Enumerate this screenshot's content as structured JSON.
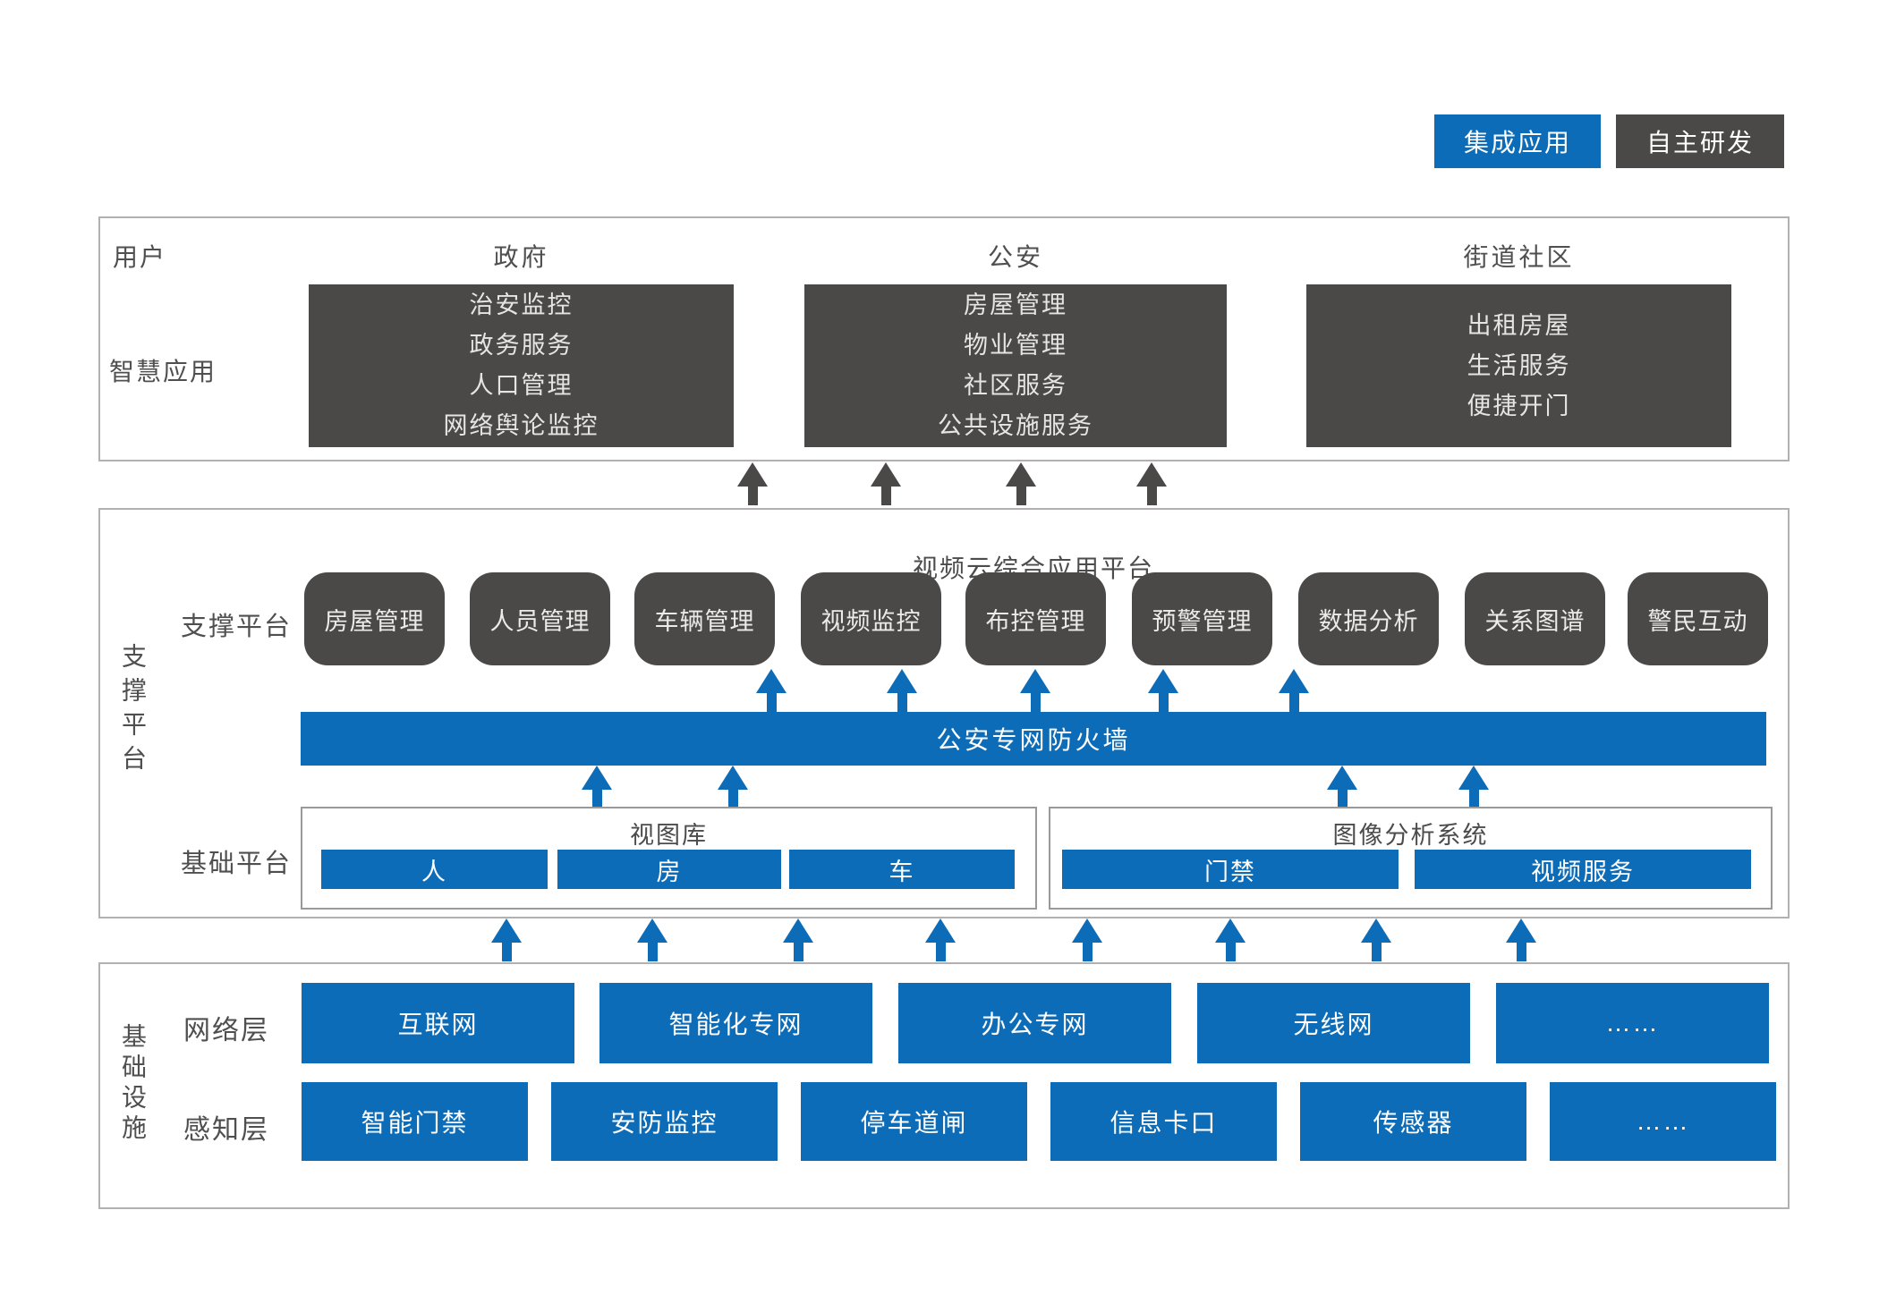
{
  "legend": {
    "integrated_app": "集成应用",
    "self_developed": "自主研发"
  },
  "colors": {
    "blue": "#0d6cb8",
    "dark_gray": "#4b4848"
  },
  "top_section": {
    "row_label_user": "用户",
    "row_label_smart_app": "智慧应用",
    "columns": [
      {
        "header": "政府",
        "items": [
          "治安监控",
          "政务服务",
          "人口管理",
          "网络舆论监控"
        ]
      },
      {
        "header": "公安",
        "items": [
          "房屋管理",
          "物业管理",
          "社区服务",
          "公共设施服务"
        ]
      },
      {
        "header": "街道社区",
        "items": [
          "出租房屋",
          "生活服务",
          "便捷开门"
        ]
      }
    ]
  },
  "middle_section": {
    "side_label": "支撑平台",
    "title": "视频云综合应用平台",
    "support_row_label": "支撑平台",
    "support_boxes": [
      "房屋管理",
      "人员管理",
      "车辆管理",
      "视频监控",
      "布控管理",
      "预警管理",
      "数据分析",
      "关系图谱",
      "警民互动"
    ],
    "firewall_label": "公安专网防火墙",
    "base_row_label": "基础平台",
    "view_library": {
      "title": "视图库",
      "cells": [
        "人",
        "房",
        "车"
      ]
    },
    "image_analysis": {
      "title": "图像分析系统",
      "cells": [
        "门禁",
        "视频服务"
      ]
    }
  },
  "bottom_section": {
    "side_label": "基础设施",
    "network_layer": {
      "label": "网络层",
      "boxes": [
        "互联网",
        "智能化专网",
        "办公专网",
        "无线网",
        "……"
      ]
    },
    "perception_layer": {
      "label": "感知层",
      "boxes": [
        "智能门禁",
        "安防监控",
        "停车道闸",
        "信息卡口",
        "传感器",
        "……"
      ]
    }
  }
}
